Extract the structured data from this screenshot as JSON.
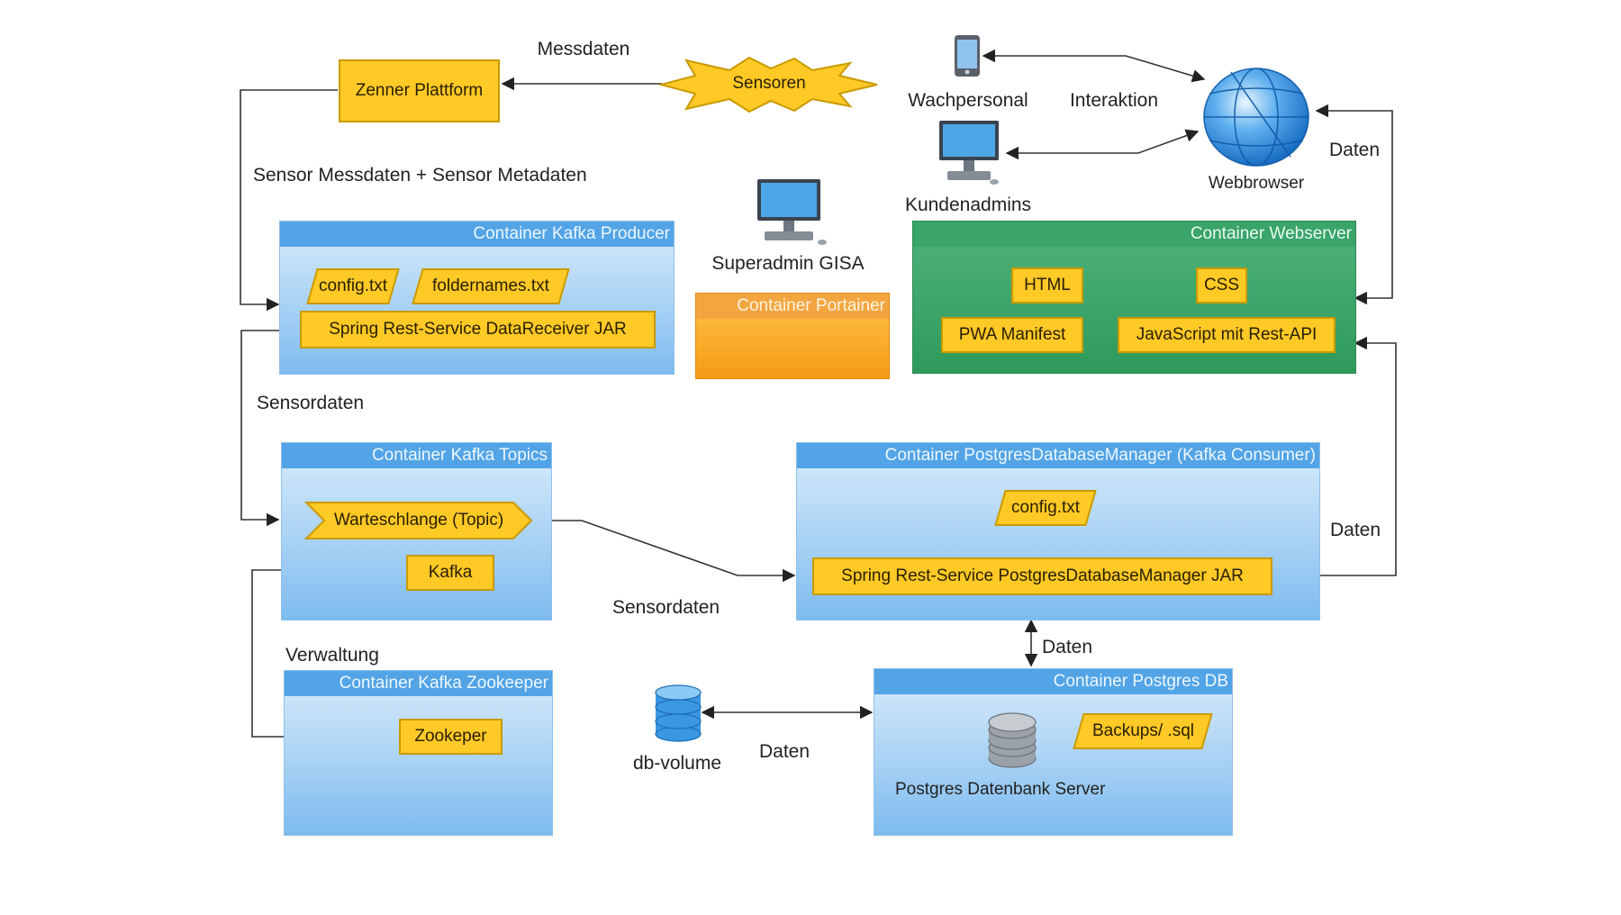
{
  "labels": {
    "messdaten": "Messdaten",
    "sensor_meta": "Sensor Messdaten + Sensor Metadaten",
    "sensordaten_left": "Sensordaten",
    "sensordaten_mid": "Sensordaten",
    "verwaltung": "Verwaltung",
    "wachpersonal": "Wachpersonal",
    "interaktion": "Interaktion",
    "kundenadmins": "Kundenadmins",
    "webbrowser": "Webbrowser",
    "superadmin": "Superadmin GISA",
    "daten_top": "Daten",
    "daten_right": "Daten",
    "daten_db": "Daten",
    "daten_volume": "Daten",
    "db_volume": "db-volume",
    "postgres_server": "Postgres Datenbank Server"
  },
  "nodes": {
    "zenner": "Zenner Plattform",
    "sensoren": "Sensoren",
    "producer": {
      "title": "Container Kafka Producer",
      "config": "config.txt",
      "foldernames": "foldernames.txt",
      "spring": "Spring Rest-Service  DataReceiver JAR"
    },
    "portainer": {
      "title": "Container Portainer"
    },
    "webserver": {
      "title": "Container Webserver",
      "html": "HTML",
      "css": "CSS",
      "pwa": "PWA Manifest",
      "js": "JavaScript mit Rest-API"
    },
    "topics": {
      "title": "Container Kafka Topics",
      "queue": "Warteschlange (Topic)",
      "kafka": "Kafka"
    },
    "pg_manager": {
      "title": "Container PostgresDatabaseManager (Kafka Consumer)",
      "config": "config.txt",
      "spring": "Spring Rest-Service PostgresDatabaseManager JAR"
    },
    "zookeeper": {
      "title": "Container Kafka Zookeeper",
      "zk": "Zookeper"
    },
    "postgres_db": {
      "title": "Container Postgres DB",
      "backups": "Backups/  .sql"
    }
  },
  "colors": {
    "yellow": "#ffc926",
    "container_blue": "#52a4e6",
    "container_green": "#3aa469",
    "container_orange": "#f3a640"
  },
  "icons": [
    "phone-icon",
    "globe-icon",
    "monitor-icon",
    "database-icon",
    "server-stack-icon"
  ]
}
